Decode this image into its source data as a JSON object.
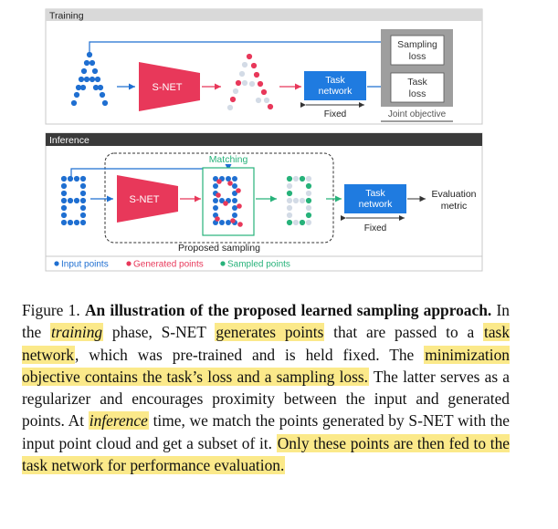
{
  "training": {
    "header": "Training",
    "snet_label": "S-NET",
    "task_network_label": [
      "Task",
      "network"
    ],
    "fixed_label": "Fixed",
    "sampling_loss_label": [
      "Sampling",
      "loss"
    ],
    "task_loss_label": [
      "Task",
      "loss"
    ],
    "joint_objective_label": "Joint objective"
  },
  "inference": {
    "header": "Inference",
    "matching_label": "Matching",
    "snet_label": "S-NET",
    "task_network_label": [
      "Task",
      "network"
    ],
    "fixed_label": "Fixed",
    "evaluation_metric_label": [
      "Evaluation",
      "metric"
    ],
    "proposed_sampling_label": "Proposed sampling"
  },
  "legend": {
    "input_points": "Input points",
    "generated_points": "Generated points",
    "sampled_points": "Sampled points"
  },
  "colors": {
    "input": "#1f6fd1",
    "generated": "#e8385a",
    "sampled": "#27b27a",
    "snet": "#e8385a",
    "task_network": "#1f7be0",
    "header_training": "#d9d9d9",
    "header_inference": "#3a3a3a",
    "joint_objective": "#9e9e9e"
  },
  "caption": {
    "figure_label": "Figure 1.",
    "bold_title": "An illustration of the proposed learned sampling approach.",
    "s1_a": "In the",
    "training_word": "training",
    "s1_b": "phase, S-NET",
    "generates_points": "generates points",
    "s1_c": "that are passed to a",
    "task_network": "task network",
    "s1_d": ", which was pre-trained and is held fixed. The",
    "minimization_objective": "minimization objective contains the task’s loss and a sampling loss.",
    "s2": "The latter serves as a regularizer and encourages proximity between the input and generated points. At",
    "inference_word": "inference",
    "s3": "time, we match the points generated by S-NET with the input point cloud and get a subset of it.",
    "final_highlight": "Only these points are then fed to the task network for performance evaluation."
  }
}
